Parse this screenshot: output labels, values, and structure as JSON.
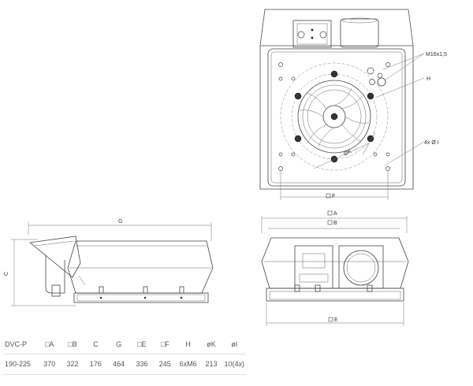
{
  "labels": {
    "thread": "M16x1,5",
    "h": "H",
    "k": "ØK",
    "holes": "4x Ø I",
    "f": "F",
    "a": "A",
    "b": "B",
    "g": "G",
    "c": "C",
    "e": "E"
  },
  "table": {
    "headers": [
      "DVC-P",
      "□A",
      "□B",
      "C",
      "G",
      "□E",
      "□F",
      "H",
      "øK",
      "øI"
    ],
    "rows": [
      [
        "190-225",
        "370",
        "322",
        "176",
        "464",
        "336",
        "245",
        "6xM6",
        "213",
        "10(4x)"
      ]
    ]
  }
}
